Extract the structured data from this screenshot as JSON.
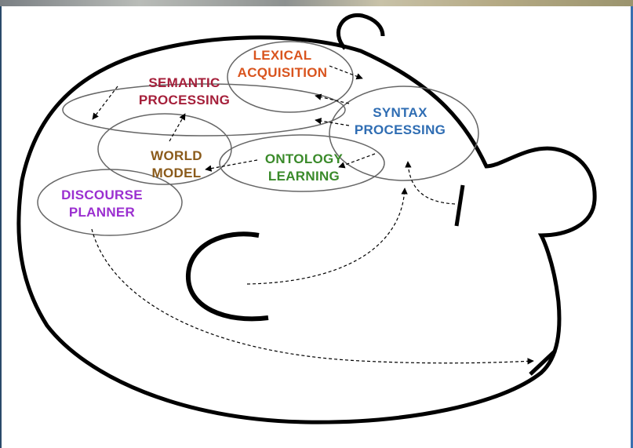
{
  "labels": {
    "lexical_1": "LEXICAL",
    "lexical_2": "ACQUISITION",
    "semantic_1": "SEMANTIC",
    "semantic_2": "PROCESSING",
    "syntax_1": "SYNTAX",
    "syntax_2": "PROCESSING",
    "world_1": "WORLD",
    "world_2": "MODEL",
    "ontology_1": "ONTOLOGY",
    "ontology_2": "LEARNING",
    "discourse_1": "DISCOURSE",
    "discourse_2": "PLANNER"
  },
  "colors": {
    "lexical": "#d9541e",
    "semantic": "#a51f3a",
    "syntax": "#2f6db3",
    "world": "#8a5a1a",
    "ontology": "#3a8a2a",
    "discourse": "#9b2fd0",
    "outline": "#000000",
    "region_line": "#666666"
  }
}
